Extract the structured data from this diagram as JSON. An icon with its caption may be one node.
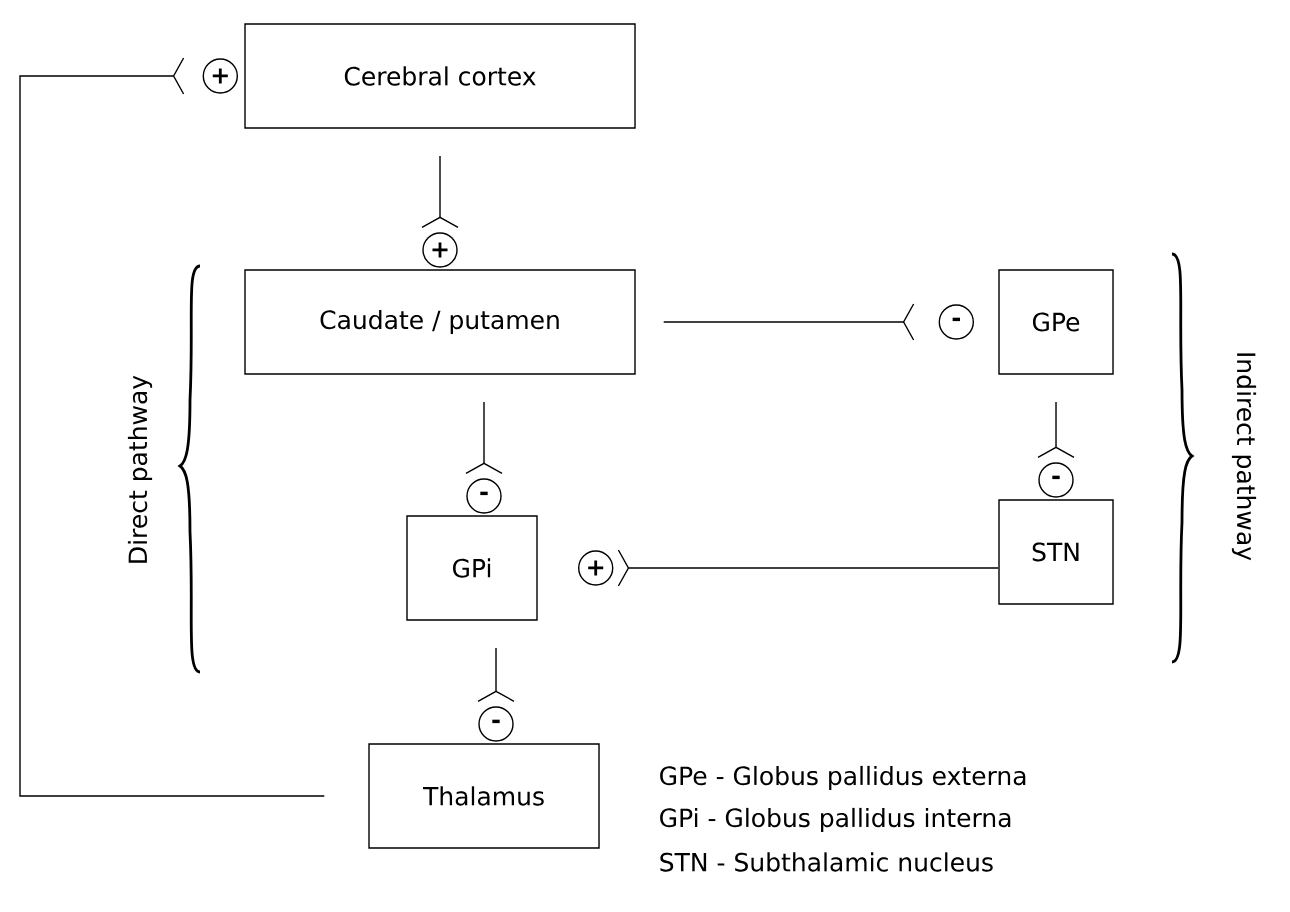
{
  "diagram": {
    "nodes": [
      {
        "text": [
          "Cerebral cortex"
        ]
      },
      {
        "text": [
          "Caudate / putamen"
        ]
      },
      {
        "text": [
          "GPe"
        ]
      },
      {
        "text": [
          "GPi"
        ]
      },
      {
        "text": [
          "STN"
        ]
      },
      {
        "text": [
          "Thalamus"
        ]
      }
    ],
    "edges": [
      {
        "from": 5,
        "to": 0,
        "arrow": "other",
        "label": "+"
      },
      {
        "from": 0,
        "to": 1,
        "arrow": "other",
        "label": "+"
      },
      {
        "from": 1,
        "to": 2,
        "arrow": "other",
        "label": "-"
      },
      {
        "from": 1,
        "to": 3,
        "arrow": "other",
        "label": "-"
      },
      {
        "from": 2,
        "to": 4,
        "arrow": "other",
        "label": "-"
      },
      {
        "from": 4,
        "to": 3,
        "arrow": "other",
        "label": "+"
      },
      {
        "from": 3,
        "to": 5,
        "arrow": "other",
        "label": "-"
      }
    ],
    "labels": [
      "Direct pathway",
      "Indirect pathway",
      "GPe - Globus pallidus externa",
      "GPi  - Globus pallidus interna",
      "STN - Subthalamic nucleus"
    ]
  }
}
